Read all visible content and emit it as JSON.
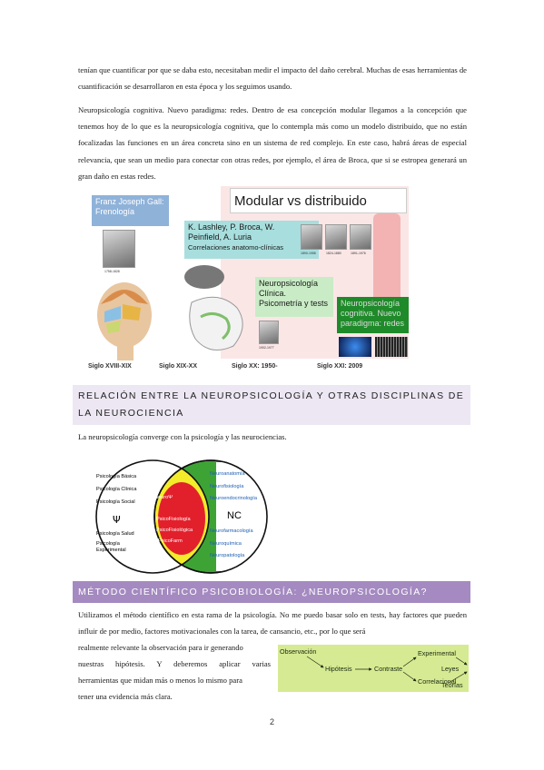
{
  "intro_paragraph": "tenían que cuantificar por que se daba esto, necesitaban medir el impacto del daño cerebral. Muchas de esas herramientas de cuantificación se desarrollaron en esta época y los seguimos usando.",
  "paragraph_network": "Neuropsicología cognitiva. Nuevo paradigma: redes. Dentro de esa concepción modular llegamos a la concepción que tenemos hoy de lo que es la neuropsicología cognitiva, que lo contempla más como un modelo distribuido, que no están focalizadas las funciones en un área concreta sino en un sistema de red complejo. En este caso, habrá áreas de especial relevancia, que sean un medio para conectar con otras redes, por ejemplo, el área de Broca, que si se estropea generará un gran daño en estas redes.",
  "timeline_figure": {
    "title": "Modular vs distribuido",
    "box_gall": "Franz Joseph Gall: Frenología",
    "box_lashley_line1": "K. Lashley, P. Broca, W.",
    "box_lashley_line2": "Peinfield, A. Luria",
    "box_lashley_line3": "Correlaciones anatomo-clínicas",
    "box_clinical_line1": "Neuropsicología",
    "box_clinical_line2": "Clínica.",
    "box_clinical_line3": "Psicometría y tests",
    "box_cognitive_line1": "Neuropsicología",
    "box_cognitive_line2": "cognitiva. Nuevo",
    "box_cognitive_line3": "paradigma: redes",
    "gall_years": "1758-1828",
    "photo1_years": "1890-1958",
    "photo2_years": "1824-1880",
    "photo3_years": "1891-1976",
    "photo4_years": "1902-1977",
    "era1": "Siglo XVIII-XIX",
    "era2": "Siglo XIX-XX",
    "era3": "Siglo XX: 1950-",
    "era4": "Siglo XXI: 2009"
  },
  "heading_relation": "RELACIÓN ENTRE LA NEUROPSICOLOGÍA Y OTRAS DISCIPLINAS DE LA NEUROCIENCIA",
  "paragraph_converge": "La neuropsicología converge con la psicología y las neurociencias.",
  "venn": {
    "left_items": [
      "Psicología Básica",
      "Psicología Clínica",
      "Psicología Social"
    ],
    "left_items_bottom": [
      "Psicología Salud",
      "Psicología",
      "Experimental"
    ],
    "left_symbol": "Ψ",
    "center_items": [
      "NeuroΨ",
      "PsicoFisiología",
      "PsicoFisiológica",
      "PsicoFarm"
    ],
    "right_items": [
      "Neuroanatomía",
      "Neurofisiología",
      "Neuroendocrinología",
      "Neurofarmacología",
      "Neuroquímica",
      "Neuropatología"
    ],
    "right_symbol": "NC",
    "colors": {
      "left": "#ffffff",
      "lens_outer": "#f3ec2a",
      "lens_inner": "#e2202c",
      "right": "#3ea335",
      "outline": "#111111",
      "right_text": "#1c5fb4"
    }
  },
  "heading_method": "MÉTODO CIENTÍFICO PSICOBIOLOGÍA: ¿NEUROPSICOLOGÍA?",
  "paragraph_method_top": "Utilizamos el método científico en esta rama de la psicología. No me puedo basar solo en tests, hay factores que pueden influir de por medio, factores motivacionales con la tarea, de cansancio, etc., por lo que será",
  "paragraph_method_lines": [
    "realmente relevante la observación para ir generando",
    "nuestras hipótesis. Y deberemos aplicar varias",
    "herramientas que midan más o menos lo mismo para",
    "tener una evidencia más clara."
  ],
  "method_diagram": {
    "observacion": "Observación",
    "hipotesis": "Hipótesis",
    "contraste": "Contraste",
    "experimental": "Experimental",
    "correlacional": "Correlacional",
    "leyes": "Leyes",
    "teorias": "Teorías"
  },
  "page_number": "2"
}
